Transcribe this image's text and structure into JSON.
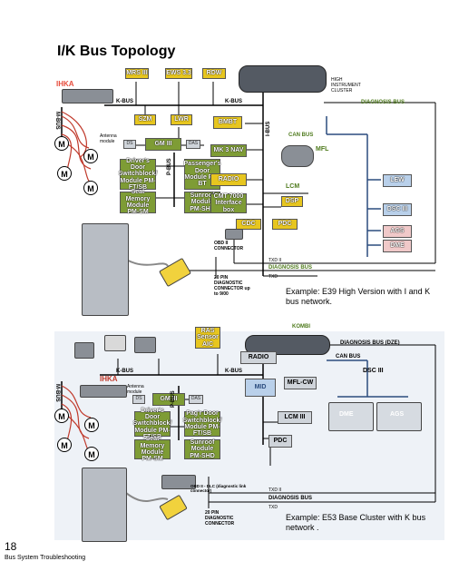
{
  "page": {
    "title": "I/K Bus Topology",
    "page_number": "18",
    "footer": "Bus System Troubleshooting"
  },
  "diagram1": {
    "modules": {
      "ihka": "IHKA",
      "mrs": "MRS III",
      "ews": "EWS 3.3",
      "rdw": "RDW",
      "szm": "SZM",
      "lwr": "LWR",
      "gm": "GM III",
      "ds": "Driver's Door Switchblock/ Module PM-FT/SB",
      "ps": "Passenger's Door Module PM-BT",
      "smm": "Seat Memory Module PM-SM",
      "sun": "Sunroof Module PM-SHD",
      "bmbt": "BMBT",
      "mk3": "MK 3 NAV",
      "radio": "RADIO",
      "cmt": "CMT 7000 Interface box",
      "cdc": "CDC",
      "pdc": "PDC",
      "lcm": "LCM",
      "mfl": "MFL",
      "dsp": "DSP",
      "lew": "LEW",
      "dsc": "DSC III",
      "ags": "AGS",
      "dme": "DME"
    },
    "labels": {
      "kbus_left": "K-BUS",
      "kbus_center": "K-BUS",
      "ibus": "I-BUS",
      "mbus": "M-BUS",
      "pbus": "P-BUS",
      "diag_bus_top": "DIAGNOSIS BUS",
      "can_bus": "CAN BUS",
      "high_cluster": "HIGH INSTRUMENT CLUSTER",
      "obd": "OBD II CONNECTOR",
      "txd2": "TXD II",
      "diag_bus_bottom": "DIAGNOSIS BUS",
      "txd": "TXD",
      "pin20": "20 PIN DIAGNOSTIC CONNECTOR up to 9/00",
      "antenna": "Antenna module",
      "ds_small": "DS",
      "das_small": "DAS"
    },
    "example": "Example: E39 High Version with I and K bus network."
  },
  "diagram2": {
    "modules": {
      "ihka": "IHKA",
      "ras": "RAS Sensor AIC",
      "gm": "GM III",
      "ds": "Driver's Door Switchblock/ Module PM-FT/SB",
      "ps": "Pag'r Door Switchblock/ Module PM-FT/SB",
      "smm": "Seat Memory Module PM-SM",
      "sun": "Sunroof Module PM-SHD",
      "radio": "RADIO",
      "mid": "MID",
      "mfl": "MFL-CW",
      "lcm": "LCM III",
      "dsc": "DSC III",
      "dme": "DME",
      "ags": "AGS",
      "pdc": "PDC"
    },
    "labels": {
      "kombi": "KOMBI",
      "diag_dze": "DIAGNOSIS BUS (DZE)",
      "kbus_left": "K-BUS",
      "kbus_center": "K-BUS",
      "mbus": "M-BUS",
      "pbus": "P-BUS",
      "can_bus": "CAN BUS",
      "dlc": "OBD II - DLC (diagnostic link connector)",
      "txd2": "TXD II",
      "diag_bus": "DIAGNOSIS BUS",
      "txd": "TXD",
      "pin20": "20 PIN DIAGNOSTIC CONNECTOR",
      "antenna": "Antenna module",
      "ds_small": "DS",
      "das_small": "DAS"
    },
    "example": "Example: E53 Base Cluster with K bus network ."
  },
  "colors": {
    "bus_green": "#7e9c35",
    "module_yellow": "#e7c61f",
    "bus_red": "#c0392b",
    "can_blue": "#2b4c7e"
  }
}
